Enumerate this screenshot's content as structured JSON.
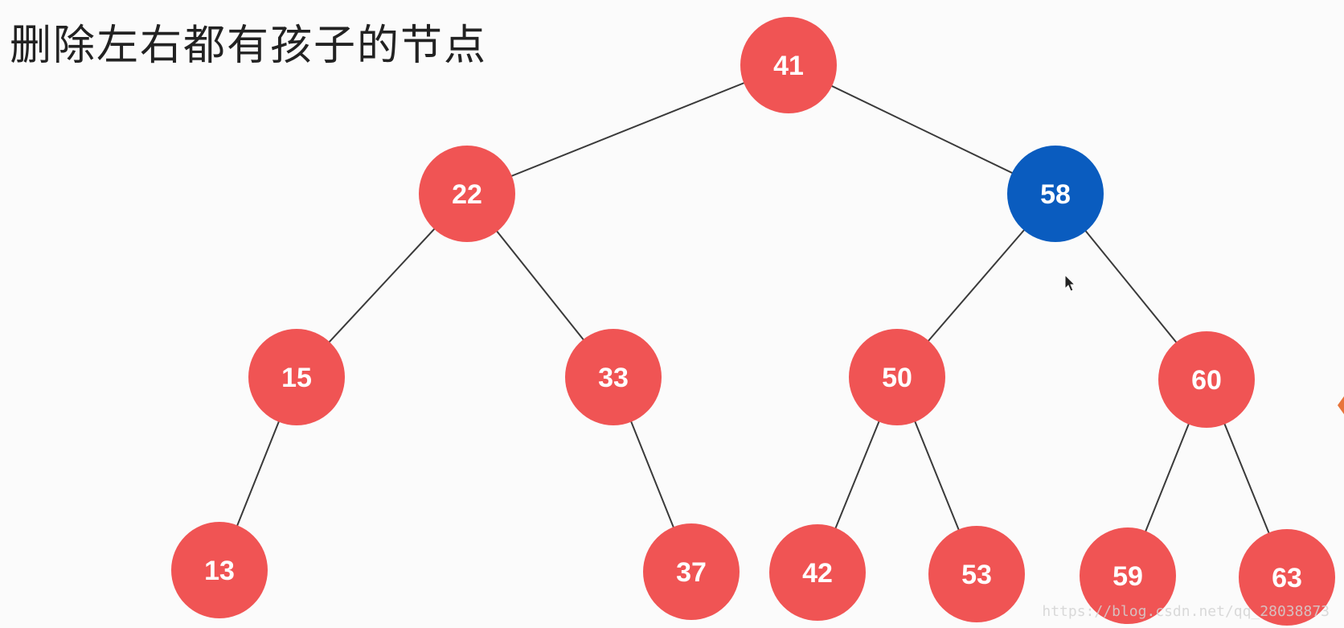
{
  "title": "删除左右都有孩子的节点",
  "colors": {
    "node": "#f05454",
    "selected": "#0a5cbf",
    "edge": "#3a3a3a"
  },
  "tree": {
    "nodes": [
      {
        "id": "41",
        "label": "41",
        "state": "normal"
      },
      {
        "id": "22",
        "label": "22",
        "state": "normal"
      },
      {
        "id": "58",
        "label": "58",
        "state": "selected"
      },
      {
        "id": "15",
        "label": "15",
        "state": "normal"
      },
      {
        "id": "33",
        "label": "33",
        "state": "normal"
      },
      {
        "id": "50",
        "label": "50",
        "state": "normal"
      },
      {
        "id": "60",
        "label": "60",
        "state": "normal"
      },
      {
        "id": "13",
        "label": "13",
        "state": "normal"
      },
      {
        "id": "37",
        "label": "37",
        "state": "normal"
      },
      {
        "id": "42",
        "label": "42",
        "state": "normal"
      },
      {
        "id": "53",
        "label": "53",
        "state": "normal"
      },
      {
        "id": "59",
        "label": "59",
        "state": "normal"
      },
      {
        "id": "63",
        "label": "63",
        "state": "normal"
      }
    ],
    "edges": [
      [
        "41",
        "22"
      ],
      [
        "41",
        "58"
      ],
      [
        "22",
        "15"
      ],
      [
        "22",
        "33"
      ],
      [
        "58",
        "50"
      ],
      [
        "58",
        "60"
      ],
      [
        "15",
        "13"
      ],
      [
        "33",
        "37"
      ],
      [
        "50",
        "42"
      ],
      [
        "50",
        "53"
      ],
      [
        "60",
        "59"
      ],
      [
        "60",
        "63"
      ]
    ]
  },
  "watermark": "https://blog.csdn.net/qq_28038873"
}
